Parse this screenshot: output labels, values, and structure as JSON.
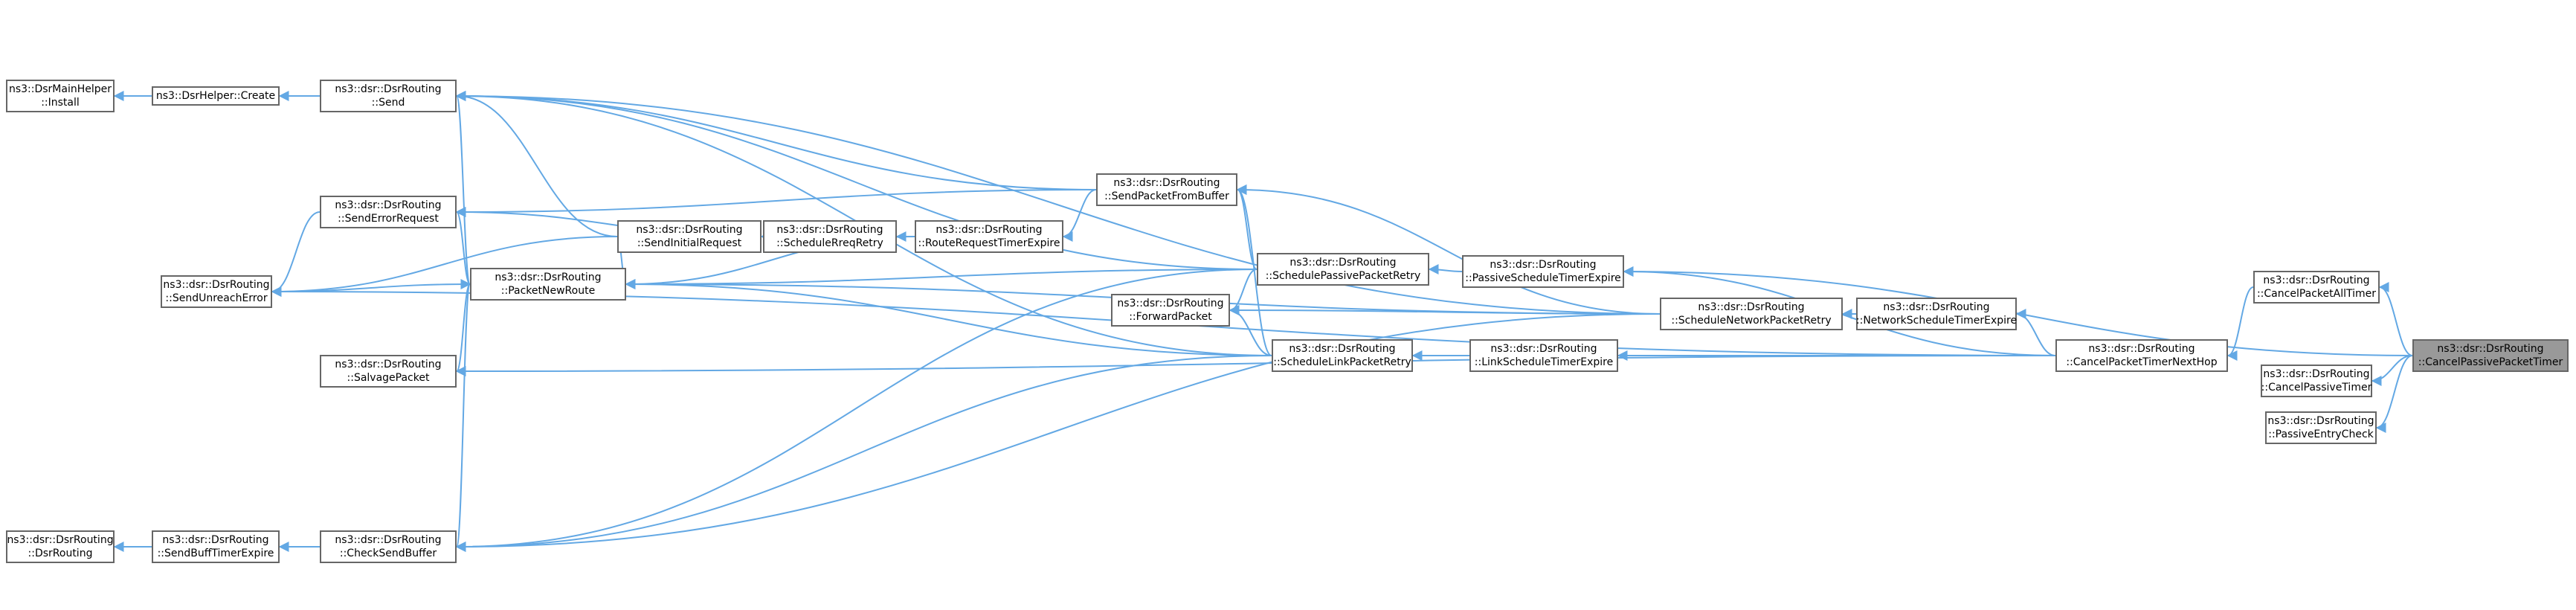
{
  "colors": {
    "edge": "#63a8e4",
    "node_border": "#666666",
    "focus_fill": "#999999"
  },
  "nodes": {
    "main_install": [
      "ns3::DsrMainHelper",
      "::Install"
    ],
    "helper_create": [
      "ns3::DsrHelper::Create"
    ],
    "send": [
      "ns3::dsr::DsrRouting",
      "::Send"
    ],
    "send_error": [
      "ns3::dsr::DsrRouting",
      "::SendErrorRequest"
    ],
    "send_unreach": [
      "ns3::dsr::DsrRouting",
      "::SendUnreachError"
    ],
    "salvage": [
      "ns3::dsr::DsrRouting",
      "::SalvagePacket"
    ],
    "dsr_routing": [
      "ns3::dsr::DsrRouting",
      "::DsrRouting"
    ],
    "buff_timer": [
      "ns3::dsr::DsrRouting",
      "::SendBuffTimerExpire"
    ],
    "check_buffer": [
      "ns3::dsr::DsrRouting",
      "::CheckSendBuffer"
    ],
    "packet_new": [
      "ns3::dsr::DsrRouting",
      "::PacketNewRoute"
    ],
    "send_initial": [
      "ns3::dsr::DsrRouting",
      "::SendInitialRequest"
    ],
    "sched_rreq": [
      "ns3::dsr::DsrRouting",
      "::ScheduleRreqRetry"
    ],
    "route_req": [
      "ns3::dsr::DsrRouting",
      "::RouteRequestTimerExpire"
    ],
    "send_from_buf": [
      "ns3::dsr::DsrRouting",
      "::SendPacketFromBuffer"
    ],
    "forward": [
      "ns3::dsr::DsrRouting",
      "::ForwardPacket"
    ],
    "sched_passive": [
      "ns3::dsr::DsrRouting",
      "::SchedulePassivePacketRetry"
    ],
    "sched_link": [
      "ns3::dsr::DsrRouting",
      "::ScheduleLinkPacketRetry"
    ],
    "passive_timer": [
      "ns3::dsr::DsrRouting",
      "::PassiveScheduleTimerExpire"
    ],
    "link_timer": [
      "ns3::dsr::DsrRouting",
      "::LinkScheduleTimerExpire"
    ],
    "sched_network": [
      "ns3::dsr::DsrRouting",
      "::ScheduleNetworkPacketRetry"
    ],
    "network_timer": [
      "ns3::dsr::DsrRouting",
      "::NetworkScheduleTimerExpire"
    ],
    "cancel_next": [
      "ns3::dsr::DsrRouting",
      "::CancelPacketTimerNextHop"
    ],
    "cancel_all": [
      "ns3::dsr::DsrRouting",
      "::CancelPacketAllTimer"
    ],
    "cancel_passive": [
      "ns3::dsr::DsrRouting",
      "::CancelPassiveTimer"
    ],
    "passive_entry": [
      "ns3::dsr::DsrRouting",
      "::PassiveEntryCheck"
    ],
    "focus": [
      "ns3::dsr::DsrRouting",
      "::CancelPassivePacketTimer"
    ]
  }
}
